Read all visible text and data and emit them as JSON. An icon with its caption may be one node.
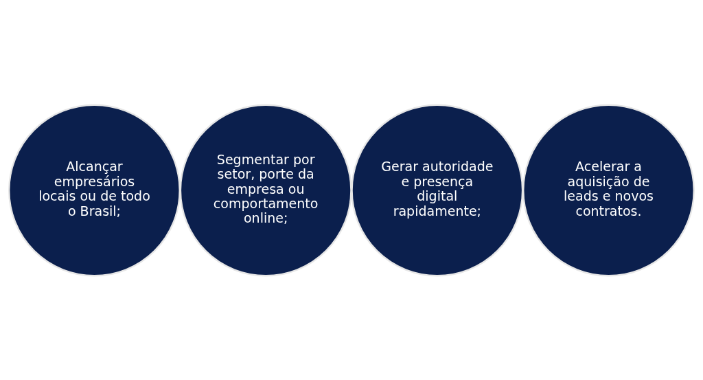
{
  "diagram": {
    "nodes": [
      {
        "text": [
          "Alcançar empresários locais ou de todo o Brasil;"
        ]
      },
      {
        "text": [
          "Segmentar por setor, porte da empresa ou comportamento online;"
        ]
      },
      {
        "text": [
          "Gerar autoridade e presença digital rapidamente;"
        ]
      },
      {
        "text": [
          "Acelerar a aquisição de leads e novos contratos."
        ]
      }
    ]
  }
}
